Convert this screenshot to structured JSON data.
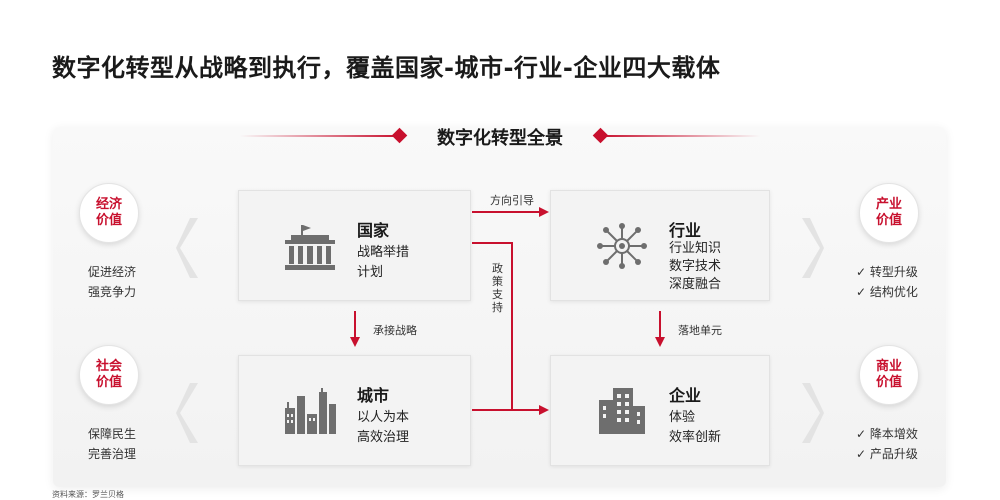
{
  "title": "数字化转型从战略到执行，覆盖国家-城市-行业-企业四大载体",
  "panel_title": "数字化转型全景",
  "left_values": [
    {
      "name_l1": "经济",
      "name_l2": "价值",
      "items": [
        "促进经济",
        "强竞争力"
      ]
    },
    {
      "name_l1": "社会",
      "name_l2": "价值",
      "items": [
        "保障民生",
        "完善治理"
      ]
    }
  ],
  "right_values": [
    {
      "name_l1": "产业",
      "name_l2": "价值",
      "items": [
        "✓ 转型升级",
        "✓ 结构优化"
      ]
    },
    {
      "name_l1": "商业",
      "name_l2": "价值",
      "items": [
        "✓ 降本增效",
        "✓ 产品升级"
      ]
    }
  ],
  "boxes": {
    "country": {
      "title": "国家",
      "lines": [
        "战略举措",
        "计划"
      ],
      "icon": "government-building-icon"
    },
    "city": {
      "title": "城市",
      "lines": [
        "以人为本",
        "高效治理"
      ],
      "icon": "city-skyline-icon"
    },
    "industry": {
      "title": "行业",
      "lines": [
        "行业知识",
        "数字技术",
        "深度融合"
      ],
      "icon": "network-hub-icon"
    },
    "enterprise": {
      "title": "企业",
      "lines": [
        "体验",
        "效率创新"
      ],
      "icon": "office-building-icon"
    }
  },
  "flows": {
    "direction": "方向引导",
    "strategy": "承接战略",
    "policy": "政策支持",
    "landing": "落地单元"
  },
  "source": "资料来源：罗兰贝格",
  "colors": {
    "accent": "#c8102e",
    "icon_gray": "#6e6e6e"
  }
}
